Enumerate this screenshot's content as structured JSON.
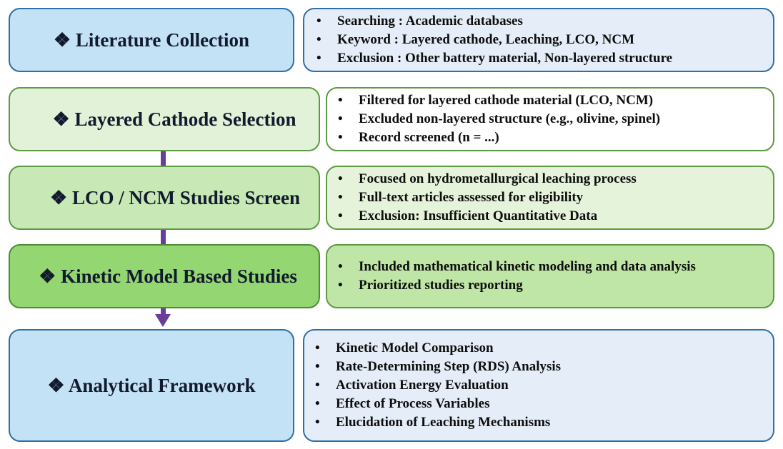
{
  "steps": [
    {
      "title": "❖ Literature Collection",
      "items": [
        "Searching : Academic databases",
        "Keyword : Layered cathode, Leaching, LCO, NCM",
        "Exclusion : Other battery material, Non-layered structure"
      ]
    },
    {
      "title": "❖ Layered Cathode Selection",
      "items": [
        "Filtered for layered cathode material (LCO, NCM)",
        "Excluded non-layered structure (e.g., olivine, spinel)",
        "Record screened (n = ...)"
      ]
    },
    {
      "title": "❖ LCO / NCM Studies Screen",
      "items": [
        "Focused on hydrometallurgical leaching process",
        "Full-text articles assessed for eligibility",
        "Exclusion: Insufficient Quantitative Data"
      ]
    },
    {
      "title": "❖ Kinetic Model Based Studies",
      "items": [
        "Included mathematical kinetic modeling and data analysis",
        "Prioritized studies reporting"
      ]
    },
    {
      "title": "❖ Analytical Framework",
      "items": [
        "Kinetic Model Comparison",
        "Rate-Determining Step (RDS) Analysis",
        "Activation Energy Evaluation",
        "Effect of Process Variables",
        "Elucidation of Leaching Mechanisms"
      ]
    }
  ],
  "colors": {
    "blue_fill": "#c4e2f5",
    "blue_border": "#2e6fa8",
    "green_light": "#e2f2d8",
    "green_mid": "#c8e8b5",
    "green_dark": "#94d672",
    "green_border": "#5d9a43",
    "arrow": "#6a3d9a"
  }
}
